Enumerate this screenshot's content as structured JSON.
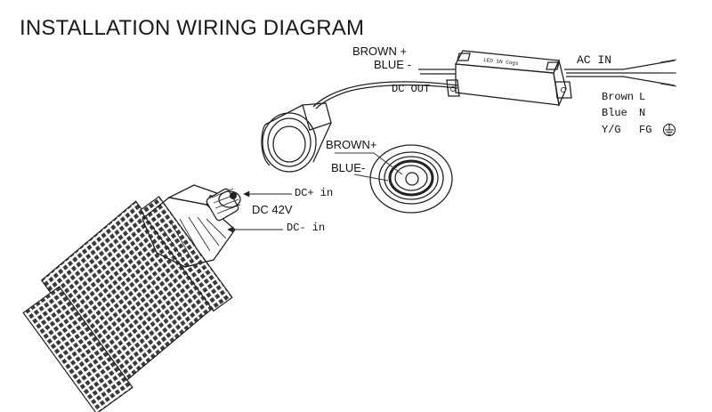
{
  "title": "INSTALLATION WIRING DIAGRAM",
  "driver": {
    "box_text": "LED 1N Cogs",
    "brown_label": "BROWN +",
    "blue_label": "BLUE -",
    "dc_out_label": "DC OUT",
    "ac_in_label": "AC IN"
  },
  "ac_legend": [
    {
      "wire": "Brown",
      "terminal": "L"
    },
    {
      "wire": "Blue",
      "terminal": "N"
    },
    {
      "wire": "Y/G",
      "terminal": "FG"
    }
  ],
  "socket": {
    "brown_label": "BROWN+",
    "blue_label": "BLUE-"
  },
  "lamp": {
    "dc_plus_label": "DC+ in",
    "dc_voltage_label": "DC 42V",
    "dc_minus_label": "DC- in"
  }
}
